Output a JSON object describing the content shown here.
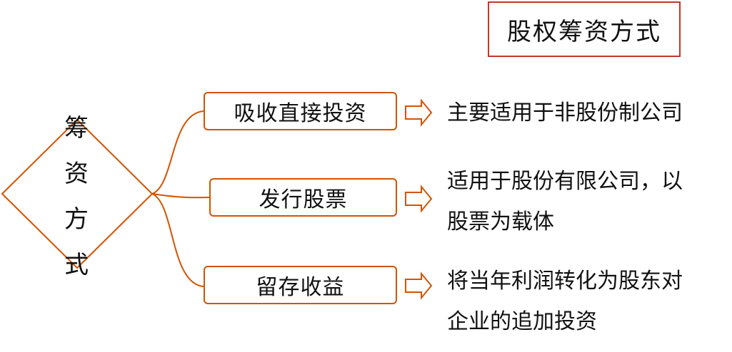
{
  "title": "股权筹资方式",
  "center_label": [
    "筹",
    "资",
    "方",
    "式"
  ],
  "methods": [
    {
      "label": "吸收直接投资",
      "description": [
        "主要适用于非股份制公司"
      ]
    },
    {
      "label": "发行股票",
      "description": [
        "适用于股份有限公司，以",
        "股票为载体"
      ]
    },
    {
      "label": "留存收益",
      "description": [
        "将当年利润转化为股东对",
        "企业的追加投资"
      ]
    }
  ],
  "colors": {
    "border": "#d35400",
    "title_border": "#c0392b",
    "text": "#111111"
  }
}
